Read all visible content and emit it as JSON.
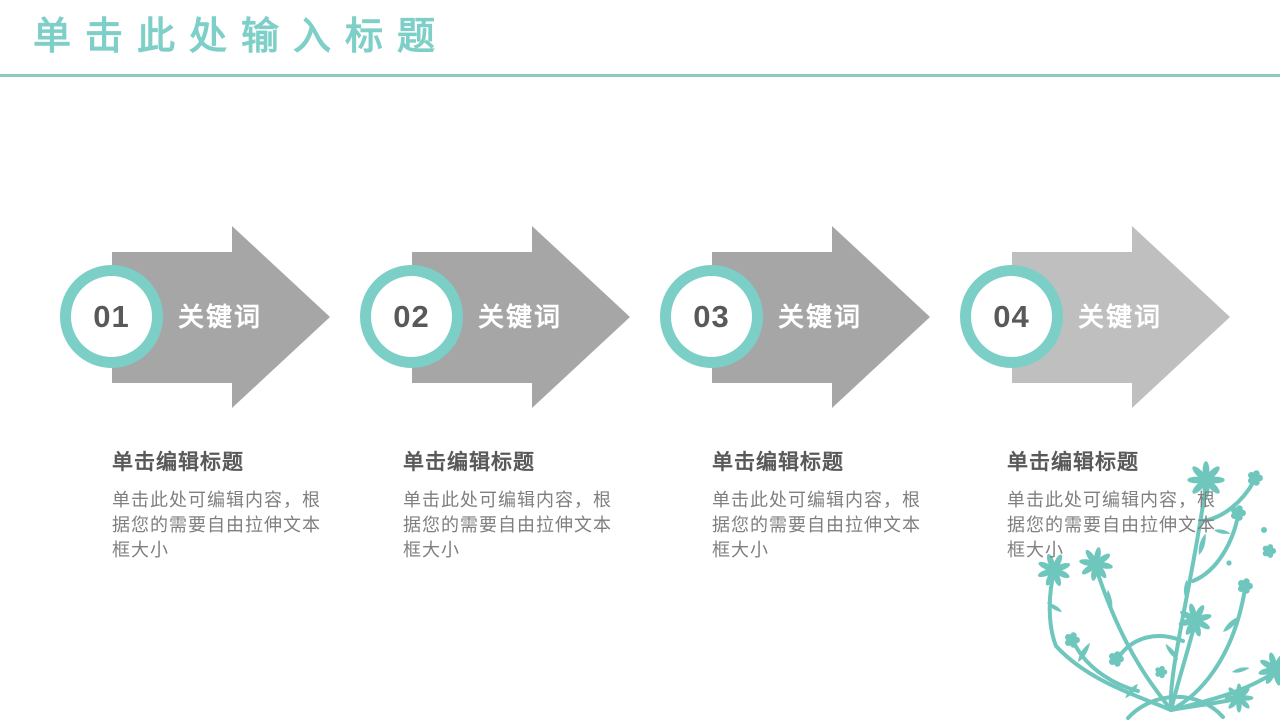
{
  "slide": {
    "title": "单击此处输入标题"
  },
  "theme": {
    "title_teal": "#7DCFC7",
    "divider_teal": "#8CCAC4",
    "ring_teal": "#7BCFC7",
    "flower_teal": "#6EC6BD",
    "arrow_gray": "#A6A6A6",
    "arrow_gray_light": "#BFBFBF",
    "heading_gray": "#595959",
    "body_gray": "#7F7F7F",
    "keyword_white": "#FFFFFF"
  },
  "steps": [
    {
      "number": "01",
      "keyword": "关键词",
      "title": "单击编辑标题",
      "body": "单击此处可编辑内容，根\n据您的需要自由拉伸文本\n框大小"
    },
    {
      "number": "02",
      "keyword": "关键词",
      "title": "单击编辑标题",
      "body": "单击此处可编辑内容，根\n据您的需要自由拉伸文本\n框大小"
    },
    {
      "number": "03",
      "keyword": "关键词",
      "title": "单击编辑标题",
      "body": "单击此处可编辑内容，根\n据您的需要自由拉伸文本\n框大小"
    },
    {
      "number": "04",
      "keyword": "关键词",
      "title": "单击编辑标题",
      "body": "单击此处可编辑内容，根\n据您的需要自由拉伸文本\n框大小"
    }
  ]
}
